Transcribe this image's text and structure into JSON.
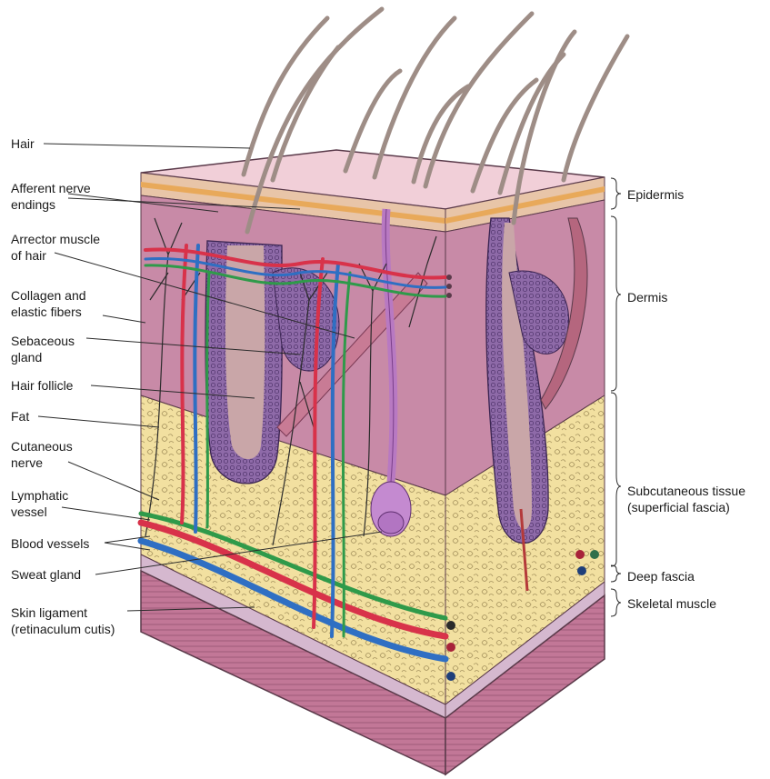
{
  "left_labels": [
    {
      "id": "hair",
      "text": "Hair"
    },
    {
      "id": "afferent-nerve-endings",
      "text": "Afferent nerve\nendings"
    },
    {
      "id": "arrector-muscle",
      "text": "Arrector muscle\nof hair"
    },
    {
      "id": "collagen-elastic",
      "text": "Collagen and\nelastic fibers"
    },
    {
      "id": "sebaceous-gland",
      "text": "Sebaceous\ngland"
    },
    {
      "id": "hair-follicle",
      "text": "Hair follicle"
    },
    {
      "id": "fat",
      "text": "Fat"
    },
    {
      "id": "cutaneous-nerve",
      "text": "Cutaneous\nnerve"
    },
    {
      "id": "lymphatic-vessel",
      "text": "Lymphatic\nvessel"
    },
    {
      "id": "blood-vessels",
      "text": "Blood vessels"
    },
    {
      "id": "sweat-gland",
      "text": "Sweat gland"
    },
    {
      "id": "skin-ligament",
      "text": "Skin ligament\n(retinaculum cutis)"
    }
  ],
  "right_labels": [
    {
      "id": "epidermis",
      "text": "Epidermis"
    },
    {
      "id": "dermis",
      "text": "Dermis"
    },
    {
      "id": "subcutaneous",
      "text": "Subcutaneous tissue\n(superficial fascia)"
    },
    {
      "id": "deep-fascia",
      "text": "Deep fascia"
    },
    {
      "id": "skeletal-muscle",
      "text": "Skeletal muscle"
    }
  ],
  "colors": {
    "epidermis_surface": "#f1cfd8",
    "epidermis_stripe": "#e8a95a",
    "dermis": "#c88aa7",
    "dermis_light": "#d8a9be",
    "subcutaneous_fat": "#f2e0a0",
    "deep_fascia": "#d5b8cf",
    "muscle": "#c27797",
    "follicle": "#7e5a9a",
    "artery": "#d8324a",
    "vein": "#2f6fc3",
    "lymph": "#2f9a4a",
    "nerve": "#2b2b2b",
    "hair": "#b8a49a"
  }
}
